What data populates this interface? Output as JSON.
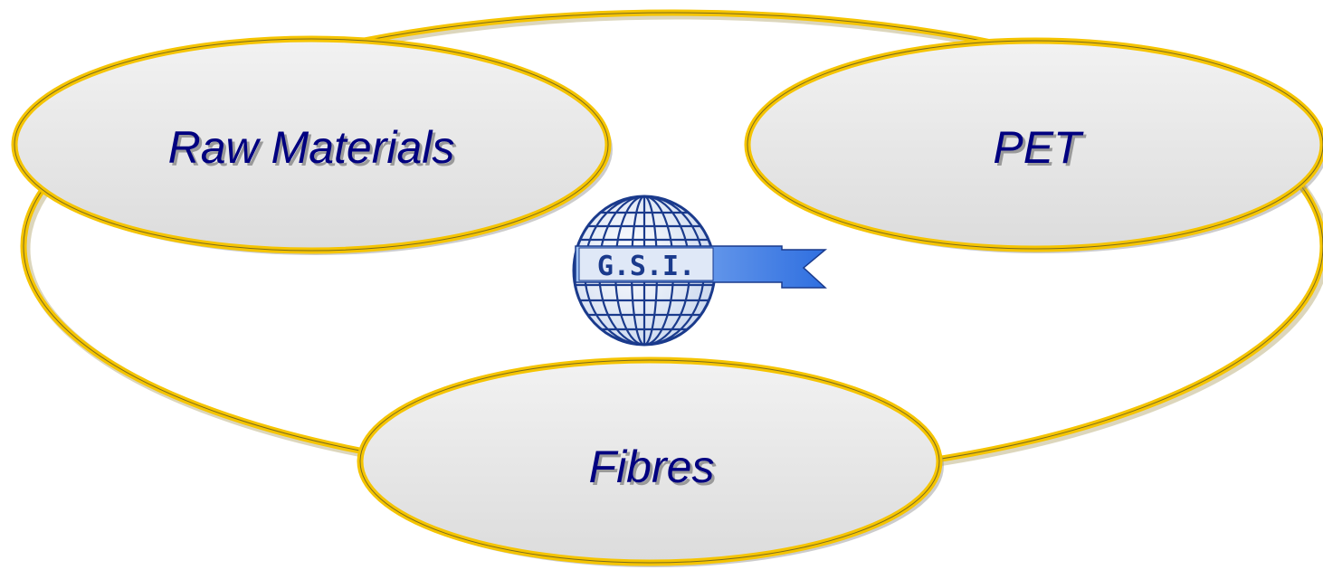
{
  "nodes": {
    "raw_materials": "Raw Materials",
    "pet": "PET",
    "fibres": "Fibres"
  },
  "logo": {
    "text": "G.S.I.",
    "icon": "globe-ribbon-icon"
  },
  "colors": {
    "ring_stroke": "#f5c400",
    "node_fill": "#e6e6e6",
    "label_color": "#000080",
    "logo_blue": "#1a3a8c",
    "ribbon_blue": "#2f6fe0"
  }
}
